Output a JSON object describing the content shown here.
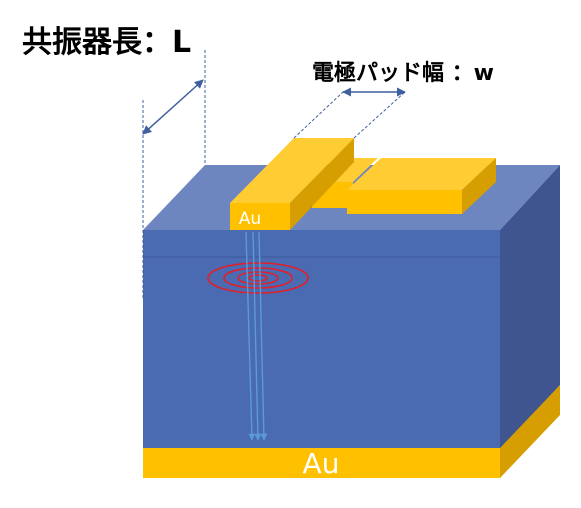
{
  "labels": {
    "resonator_length": "共振器長：L",
    "pad_width": "電極パッド幅 ：w",
    "top_contact": "Au",
    "bottom_contact": "Au"
  },
  "colors": {
    "substrate_front": "#4a6ab2",
    "substrate_top": "#6e86c0",
    "substrate_side": "#3e5590",
    "gold": "#ffc000",
    "gold_top": "#ffcd33",
    "gold_side": "#d69e00",
    "dimension_arrow": "#3f5f9f",
    "emission_ring": "#e0202a",
    "beam": "#5b9bd5"
  }
}
